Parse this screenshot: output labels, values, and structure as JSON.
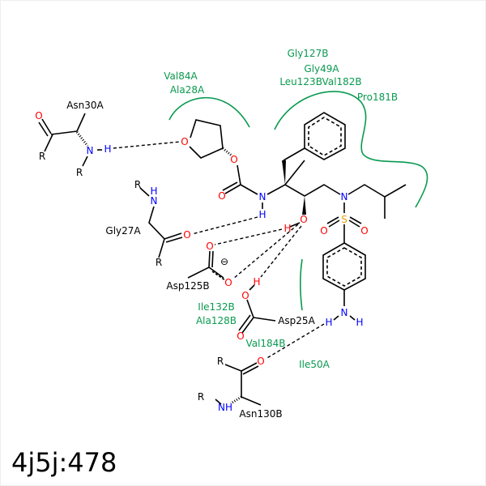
{
  "title": "4j5j:478",
  "residues": {
    "asn30a": "Asn30A",
    "gly27a": "Gly27A",
    "asp125b": "Asp125B",
    "asp25a": "Asp25A",
    "asn130b": "Asn130B"
  },
  "hydrophobic": {
    "val84a": "Val84A",
    "ala28a": "Ala28A",
    "gly127b": "Gly127B",
    "gly49a": "Gly49A",
    "leu123b_val182b": "Leu123BVal182B",
    "pro181b": "Pro181B",
    "ile132b": "Ile132B",
    "ala128b": "Ala128B",
    "val184b": "Val184B",
    "ile50a": "Ile50A"
  },
  "atoms": {
    "O": "O",
    "N": "N",
    "H": "H",
    "S": "S",
    "R": "R",
    "NH": "NH",
    "minus": "⊖"
  },
  "colors": {
    "oxygen": "#ff0000",
    "nitrogen": "#0000ff",
    "sulfur": "#e8a000",
    "hydrophobic": "#0a9a50"
  }
}
